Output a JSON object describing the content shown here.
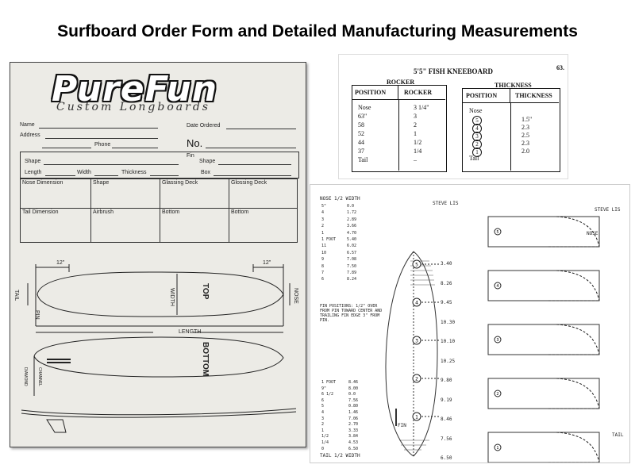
{
  "title": "Surfboard Order Form and Detailed Manufacturing Measurements",
  "form": {
    "brand": "PureFun",
    "tagline": "Custom Longboards",
    "fields": {
      "name": "Name",
      "address": "Address",
      "phone": "Phone",
      "date_ordered": "Date Ordered",
      "no": "No.",
      "fin": "Fin",
      "shape_left": "Shape",
      "shape_right": "Shape",
      "length": "Length",
      "width": "Width",
      "thickness": "Thickness",
      "box": "Box"
    },
    "grid": {
      "row1": [
        "Nose Dimension",
        "Shape",
        "Glassing Deck",
        "Glossing Deck"
      ],
      "row2": [
        "Tail Dimension",
        "Airbrush",
        "Bottom",
        "Bottom"
      ]
    },
    "diagram": {
      "dim_12_left": "12\"",
      "dim_12_right": "12\"",
      "tail": "TAIL",
      "nose": "NOSE",
      "pin": "PIN",
      "width": "WIDTH",
      "top": "TOP",
      "length": "LENGTH",
      "bottom": "BOTTOM",
      "channel": "CHANNEL",
      "diamond": "DIAMOND"
    }
  },
  "rocker_table": {
    "title": "5'5\" FISH KNEEBOARD",
    "page_number": "63.",
    "rocker": {
      "section": "ROCKER",
      "headers": [
        "POSITION",
        "ROCKER"
      ],
      "rows": [
        [
          "Nose",
          "3 1/4\""
        ],
        [
          "63\"",
          "3"
        ],
        [
          "58",
          "2"
        ],
        [
          "52",
          "1"
        ],
        [
          "44",
          "1/2"
        ],
        [
          "37",
          "1/4"
        ],
        [
          "Tail",
          "–"
        ]
      ]
    },
    "thickness": {
      "section": "THICKNESS",
      "headers": [
        "POSITION",
        "THICKNESS"
      ],
      "nose": "Nose",
      "rows": [
        [
          "5",
          "1.5\""
        ],
        [
          "4",
          "2.3"
        ],
        [
          "3",
          "2.5"
        ],
        [
          "2",
          "2.3"
        ],
        [
          "1",
          "2.0"
        ]
      ],
      "tail": "Tail"
    }
  },
  "drawing": {
    "head_left": "NOSE  1/2 WIDTH",
    "head_center": "STEVE LIS",
    "head_right": "STEVE LIS",
    "nose_label": "NOSE",
    "tail_label": "TAIL",
    "bottom_head": "TAIL  1/2 WIDTH",
    "fin_note": "FIN POSITIONS: 1/2\" OVER FROM PIN TOWARD CENTER AND TRAILING FIN EDGE 3\" FROM PIN.",
    "fin_label": "FIN",
    "nose_half_widths": [
      [
        "5\"",
        "0.0"
      ],
      [
        "4",
        "1.72"
      ],
      [
        "3",
        "2.89"
      ],
      [
        "2",
        "3.66"
      ],
      [
        "1",
        "4.70"
      ],
      [
        "1 FOOT",
        "5.40"
      ],
      [
        "11",
        "6.02"
      ],
      [
        "10",
        "6.57"
      ],
      [
        "9",
        "7.08"
      ],
      [
        "8",
        "7.50"
      ],
      [
        "7",
        "7.89"
      ],
      [
        "6",
        "8.24"
      ]
    ],
    "tail_half_widths": [
      [
        "1 FOOT",
        "8.46"
      ],
      [
        "9\"",
        "8.00"
      ],
      [
        "6 1/2",
        "0.0"
      ],
      [
        "6",
        "7.56"
      ],
      [
        "5",
        "0.80"
      ],
      [
        "4",
        "1.46"
      ],
      [
        "3",
        "7.06"
      ],
      [
        "2",
        "2.70"
      ],
      [
        "1",
        "3.33"
      ],
      [
        "1/2",
        "3.84"
      ],
      [
        "1/4",
        "4.53"
      ],
      [
        "0",
        "6.50"
      ]
    ],
    "outline_measures": [
      "3.40",
      "8.26",
      "9.45",
      "10.30",
      "10.10",
      "10.25",
      "9.80",
      "9.19",
      "8.46",
      "7.56",
      "6.50"
    ],
    "stations": [
      "5",
      "4",
      "3",
      "2",
      "1"
    ]
  }
}
